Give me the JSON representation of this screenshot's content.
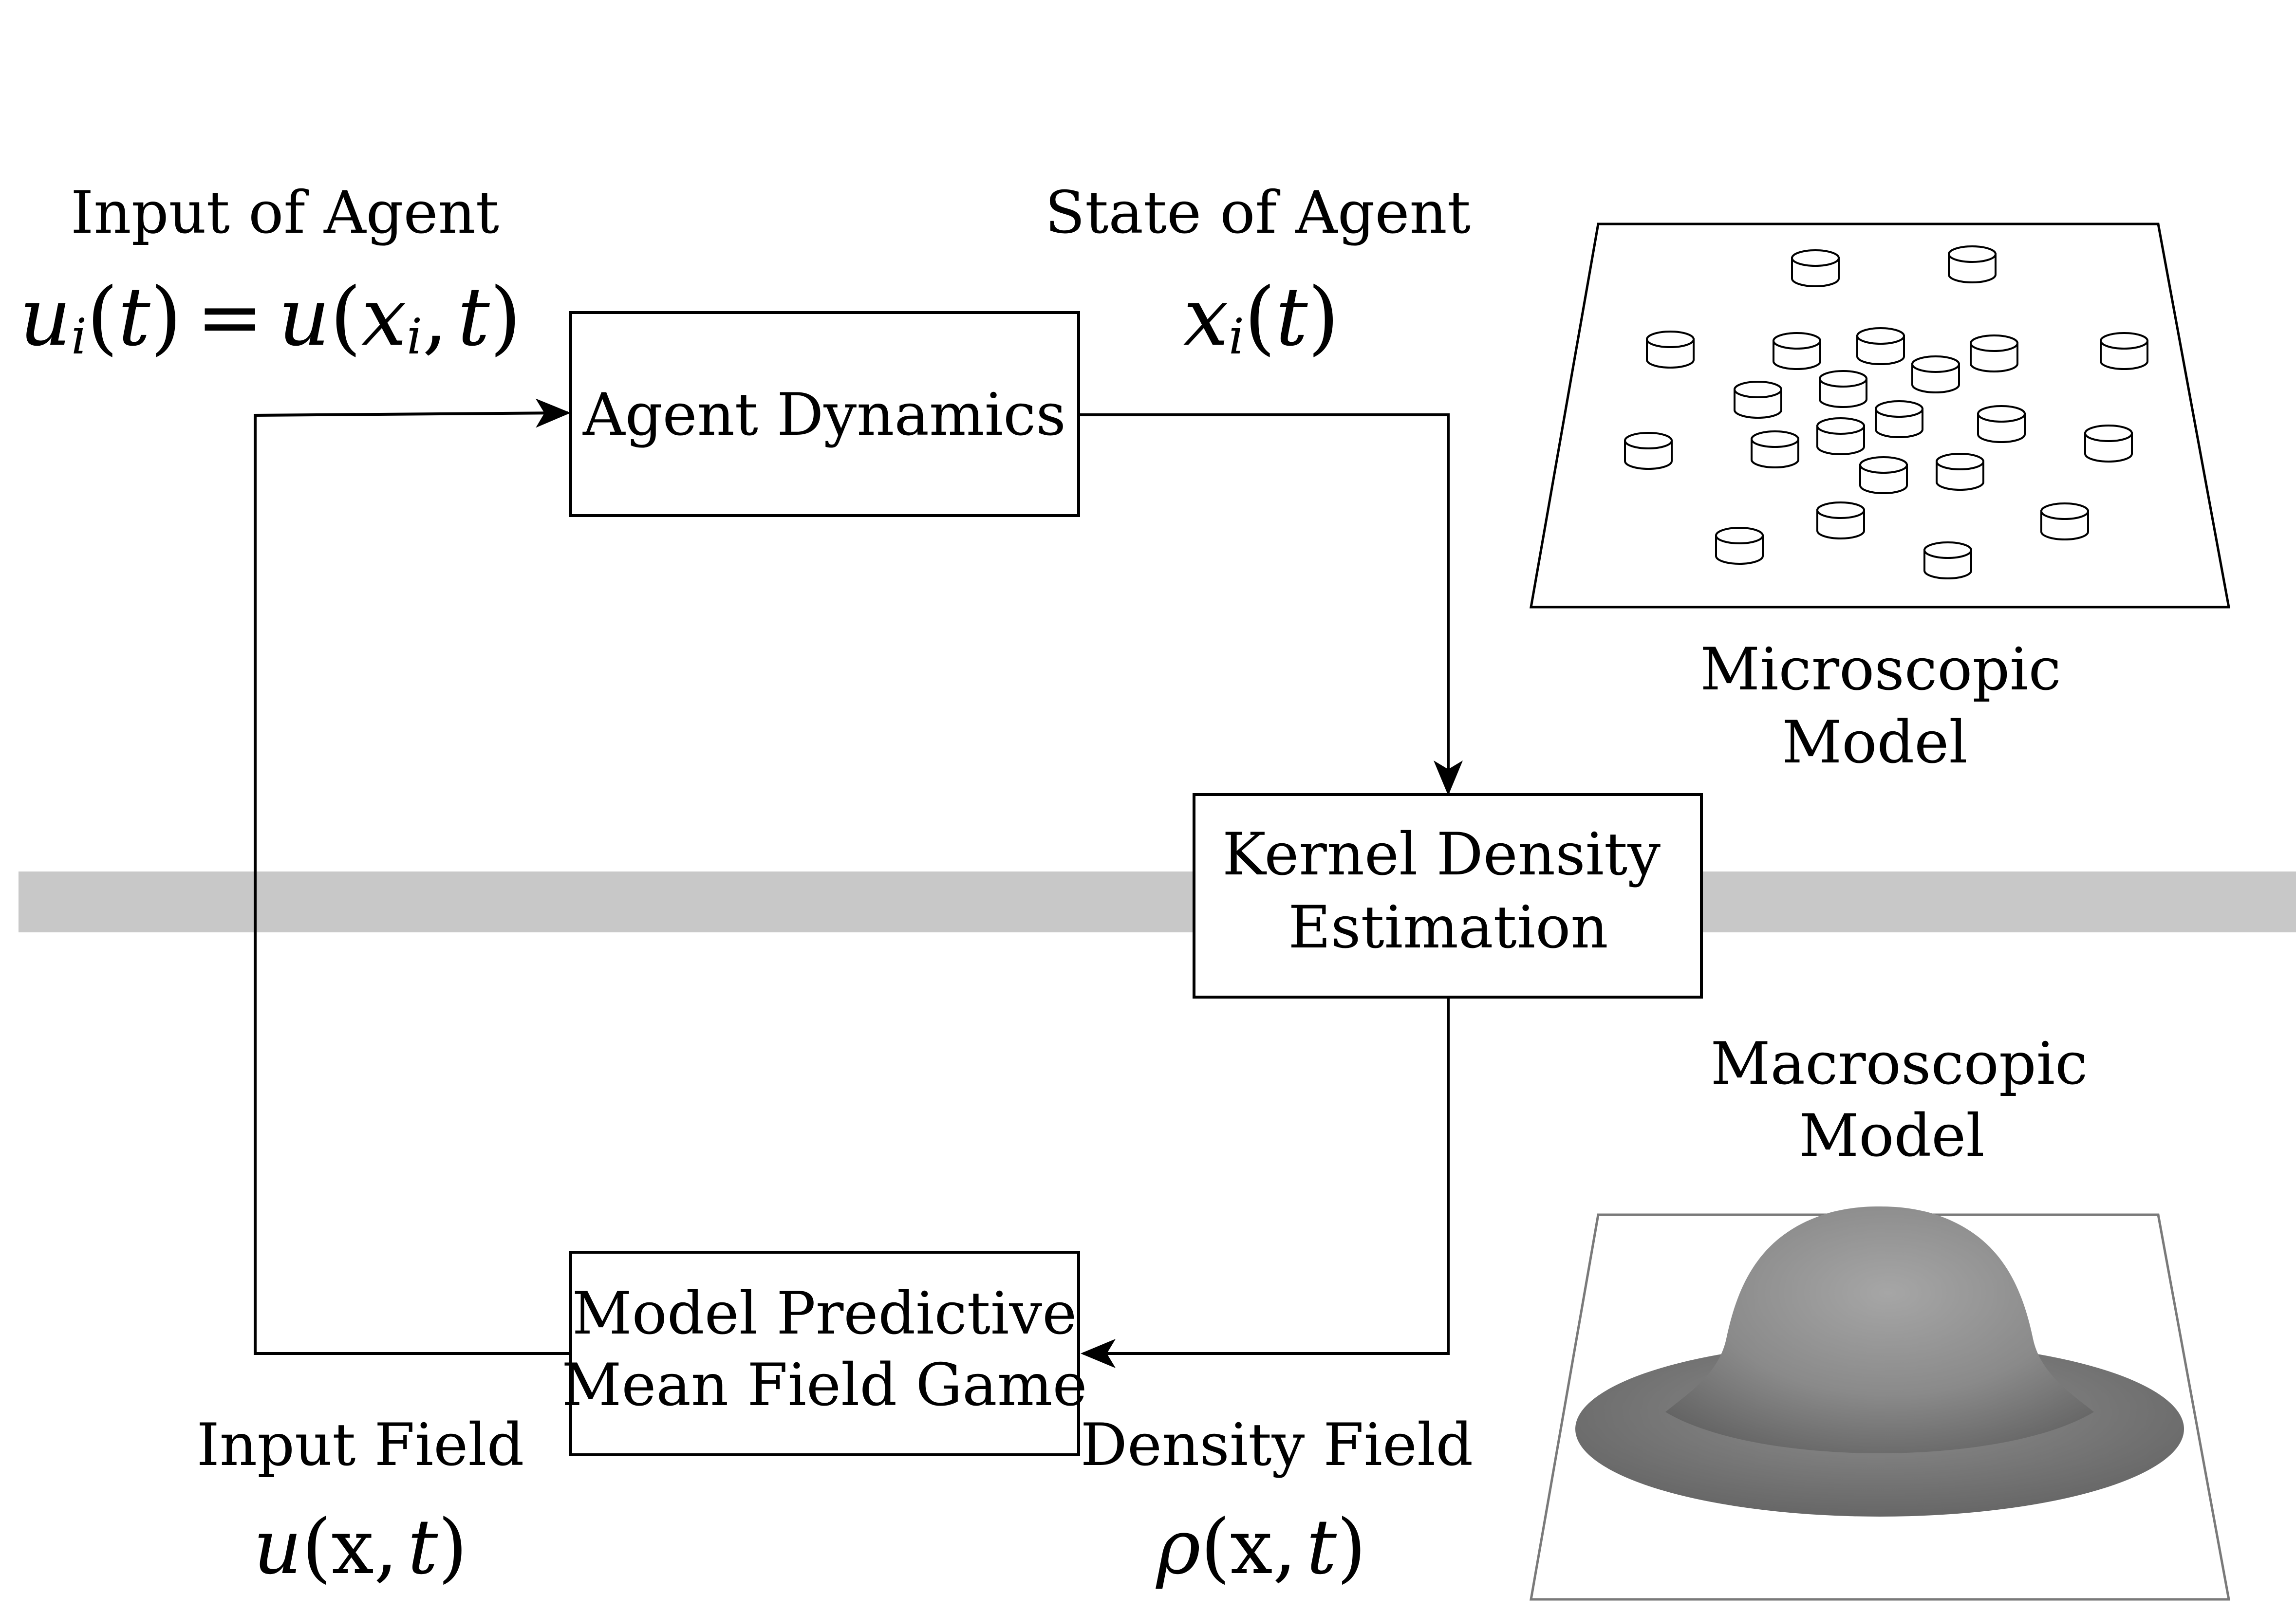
{
  "boxes": {
    "agent_dynamics": "Agent Dynamics",
    "kde_line1": "Kernel Density",
    "kde_line2": "Estimation",
    "mpmfg_line1": "Model Predictive",
    "mpmfg_line2": "Mean Field Game"
  },
  "labels": {
    "input_of_agent": "Input of Agent",
    "state_of_agent": "State of Agent",
    "input_field": "Input Field",
    "density_field": "Density Field",
    "micro_line1": "Microscopic",
    "micro_line2": "Model",
    "macro_line1": "Macroscopic",
    "macro_line2": "Model"
  },
  "math": {
    "u": "u",
    "i": "i",
    "t": "t",
    "x": "x",
    "rho": "ρ",
    "x_upright": "x",
    "lparen": "(",
    "rparen": ")",
    "comma": ",",
    "equals": "="
  },
  "colors": {
    "band": "#c8c8c8",
    "surface_light": "#a6a6a6",
    "surface_dark": "#5f5f5f",
    "plane_stroke": "#7a7a7a"
  },
  "icons": {
    "agents": "cylinder-puck-icon",
    "density_surface": "bell-surface-icon"
  }
}
